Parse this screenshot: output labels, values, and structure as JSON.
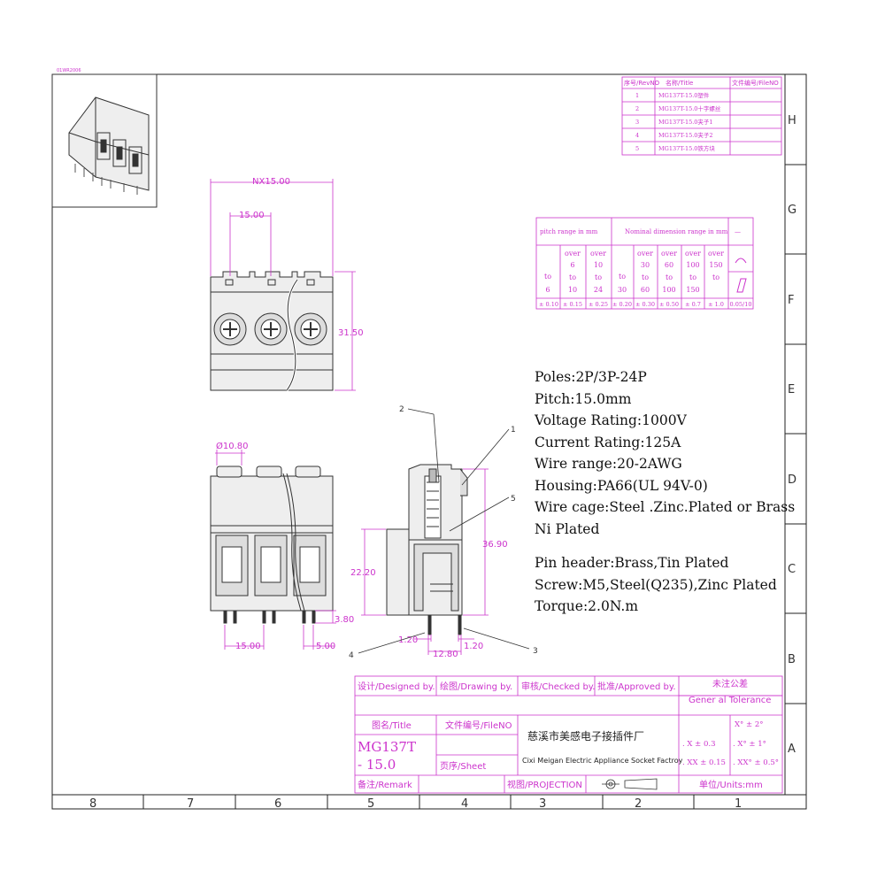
{
  "revision_table": {
    "headers": [
      "序号/RevNO",
      "名称/Title",
      "文件编号/FileNO"
    ],
    "rows": [
      {
        "no": "1",
        "title": "MG137T-15.0塑件"
      },
      {
        "no": "2",
        "title": "MG137T-15.0十字螺丝"
      },
      {
        "no": "3",
        "title": "MG137T-15.0夹子1"
      },
      {
        "no": "4",
        "title": "MG137T-15.0夹子2"
      },
      {
        "no": "5",
        "title": "MG137T-15.0铁方块"
      }
    ]
  },
  "corner_label": "01WR2006",
  "zone_letters": [
    "H",
    "G",
    "F",
    "E",
    "D",
    "C",
    "B",
    "A"
  ],
  "zone_numbers": [
    "8",
    "7",
    "6",
    "5",
    "4",
    "3",
    "2",
    "1"
  ],
  "tolerance_table": {
    "pitch_header": "pitch range in mm",
    "nominal_header": "Nominal dimension range in mm",
    "dash": "—",
    "columns": [
      {
        "range": [
          "to",
          "6"
        ],
        "tol": "± 0.10"
      },
      {
        "range": [
          "over",
          "6",
          "to",
          "10"
        ],
        "tol": "± 0.15"
      },
      {
        "range": [
          "over",
          "10",
          "to",
          "24"
        ],
        "tol": "± 0.25"
      },
      {
        "range": [
          "to",
          "30"
        ],
        "tol": "± 0.20"
      },
      {
        "range": [
          "over",
          "30",
          "to",
          "60"
        ],
        "tol": "± 0.30"
      },
      {
        "range": [
          "over",
          "60",
          "to",
          "100"
        ],
        "tol": "± 0.50"
      },
      {
        "range": [
          "over",
          "100",
          "to",
          "150"
        ],
        "tol": "± 0.7"
      },
      {
        "range": [
          "over",
          "150",
          "to"
        ],
        "tol": "± 1.0"
      }
    ],
    "last_tol": "0.05/10"
  },
  "dimensions": {
    "nx_pitch": "NX15.00",
    "pitch_top": "15.00",
    "height_front": "31.50",
    "hole_dia": "Ø10.80",
    "pitch_bottom": "15.00",
    "pin_pitch": "5.00",
    "pin_len": "3.80",
    "side_height": "22.20",
    "total_height": "36.90",
    "pin_w_left": "1.20",
    "pin_w_right": "1.20",
    "base_width": "12.80"
  },
  "callouts": [
    "1",
    "2",
    "3",
    "4",
    "5"
  ],
  "specs": [
    "Poles:2P/3P-24P",
    "Pitch:15.0mm",
    "Voltage Rating:1000V",
    "Current Rating:125A",
    "Wire range:20-2AWG",
    "Housing:PA66(UL 94V-0)",
    "Wire cage:Steel .Zinc.Plated or Brass",
    "Ni Plated",
    "Pin header:Brass,Tin Plated",
    "Screw:M5,Steel(Q235),Zinc Plated",
    "Torque:2.0N.m"
  ],
  "title_block": {
    "designed_by": "设计/Designed by.",
    "drawing_by": "绘图/Drawing by.",
    "checked_by": "审核/Checked by.",
    "approved_by": "批准/Approved by.",
    "general_tol_cn": "未注公差",
    "general_tol_en": "Gener al Tolerance",
    "title_label": "图名/Title",
    "file_label": "文件编号/FileNO",
    "part_no_line1": "MG137T",
    "part_no_line2": "- 15.0",
    "sheet_label": "页序/Sheet",
    "company_cn": "慈溪市美感电子接插件厂",
    "company_en": "Cixi Meigan Electric Appliance Socket Factroy",
    "tol_x": ". X  ±  0.3",
    "tol_xx": ". XX ±  0.15",
    "tol_ang1": "X°   ±  2°",
    "tol_ang2": ". X°   ±  1°",
    "tol_ang3": ". XX°  ±  0.5°",
    "remark_label": "备注/Remark",
    "projection_label": "视图/PROJECTION",
    "units_label": "单位/Units:mm"
  }
}
